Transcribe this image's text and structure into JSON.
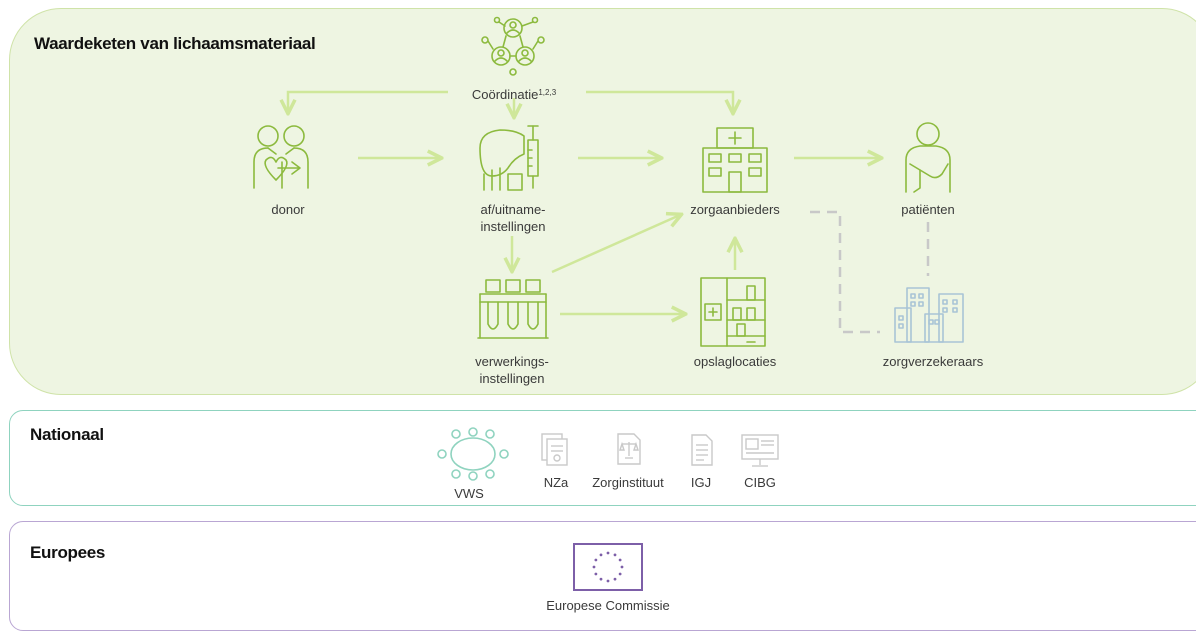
{
  "colors": {
    "chain_background": "#eef5e2",
    "chain_border": "#cfe3a8",
    "icon_green": "#8cba3e",
    "arrow_green": "#cfe79a",
    "dashed_grey": "#c8c8c8",
    "insurer_blue": "#a8c4d6",
    "national_border": "#8fd3bf",
    "national_icon": "#8fd3bf",
    "european_border": "#b9a6d3",
    "eu_flag_purple": "#7d5fa8"
  },
  "chain": {
    "title": "Waardeketen van lichaamsmateriaal",
    "coordination": {
      "label": "Coördinatie",
      "refs": "1,2,3",
      "icon": "network-people-icon"
    },
    "nodes": {
      "donor": {
        "label": "donor",
        "icon": "donor-heart-icon"
      },
      "procurement": {
        "label_line1": "af/uitname-",
        "label_line2": "instellingen",
        "icon": "organ-syringe-icon"
      },
      "providers": {
        "label": "zorgaanbieders",
        "icon": "hospital-icon"
      },
      "patients": {
        "label": "patiënten",
        "icon": "patient-sling-icon"
      },
      "processing": {
        "label_line1": "verwerkings-",
        "label_line2": "instellingen",
        "icon": "test-tubes-icon"
      },
      "storage": {
        "label": "opslaglocaties",
        "icon": "storage-cabinet-icon"
      },
      "insurers": {
        "label": "zorgverzekeraars",
        "icon": "office-buildings-icon"
      }
    }
  },
  "national": {
    "title": "Nationaal",
    "items": [
      {
        "label": "VWS",
        "icon": "meeting-table-icon"
      },
      {
        "label": "NZa",
        "icon": "document-stack-icon"
      },
      {
        "label": "Zorginstituut",
        "icon": "scales-document-icon"
      },
      {
        "label": "IGJ",
        "icon": "document-icon"
      },
      {
        "label": "CIBG",
        "icon": "monitor-icon"
      }
    ]
  },
  "european": {
    "title": "Europees",
    "item": {
      "label": "Europese Commissie",
      "icon": "eu-flag-icon"
    }
  }
}
